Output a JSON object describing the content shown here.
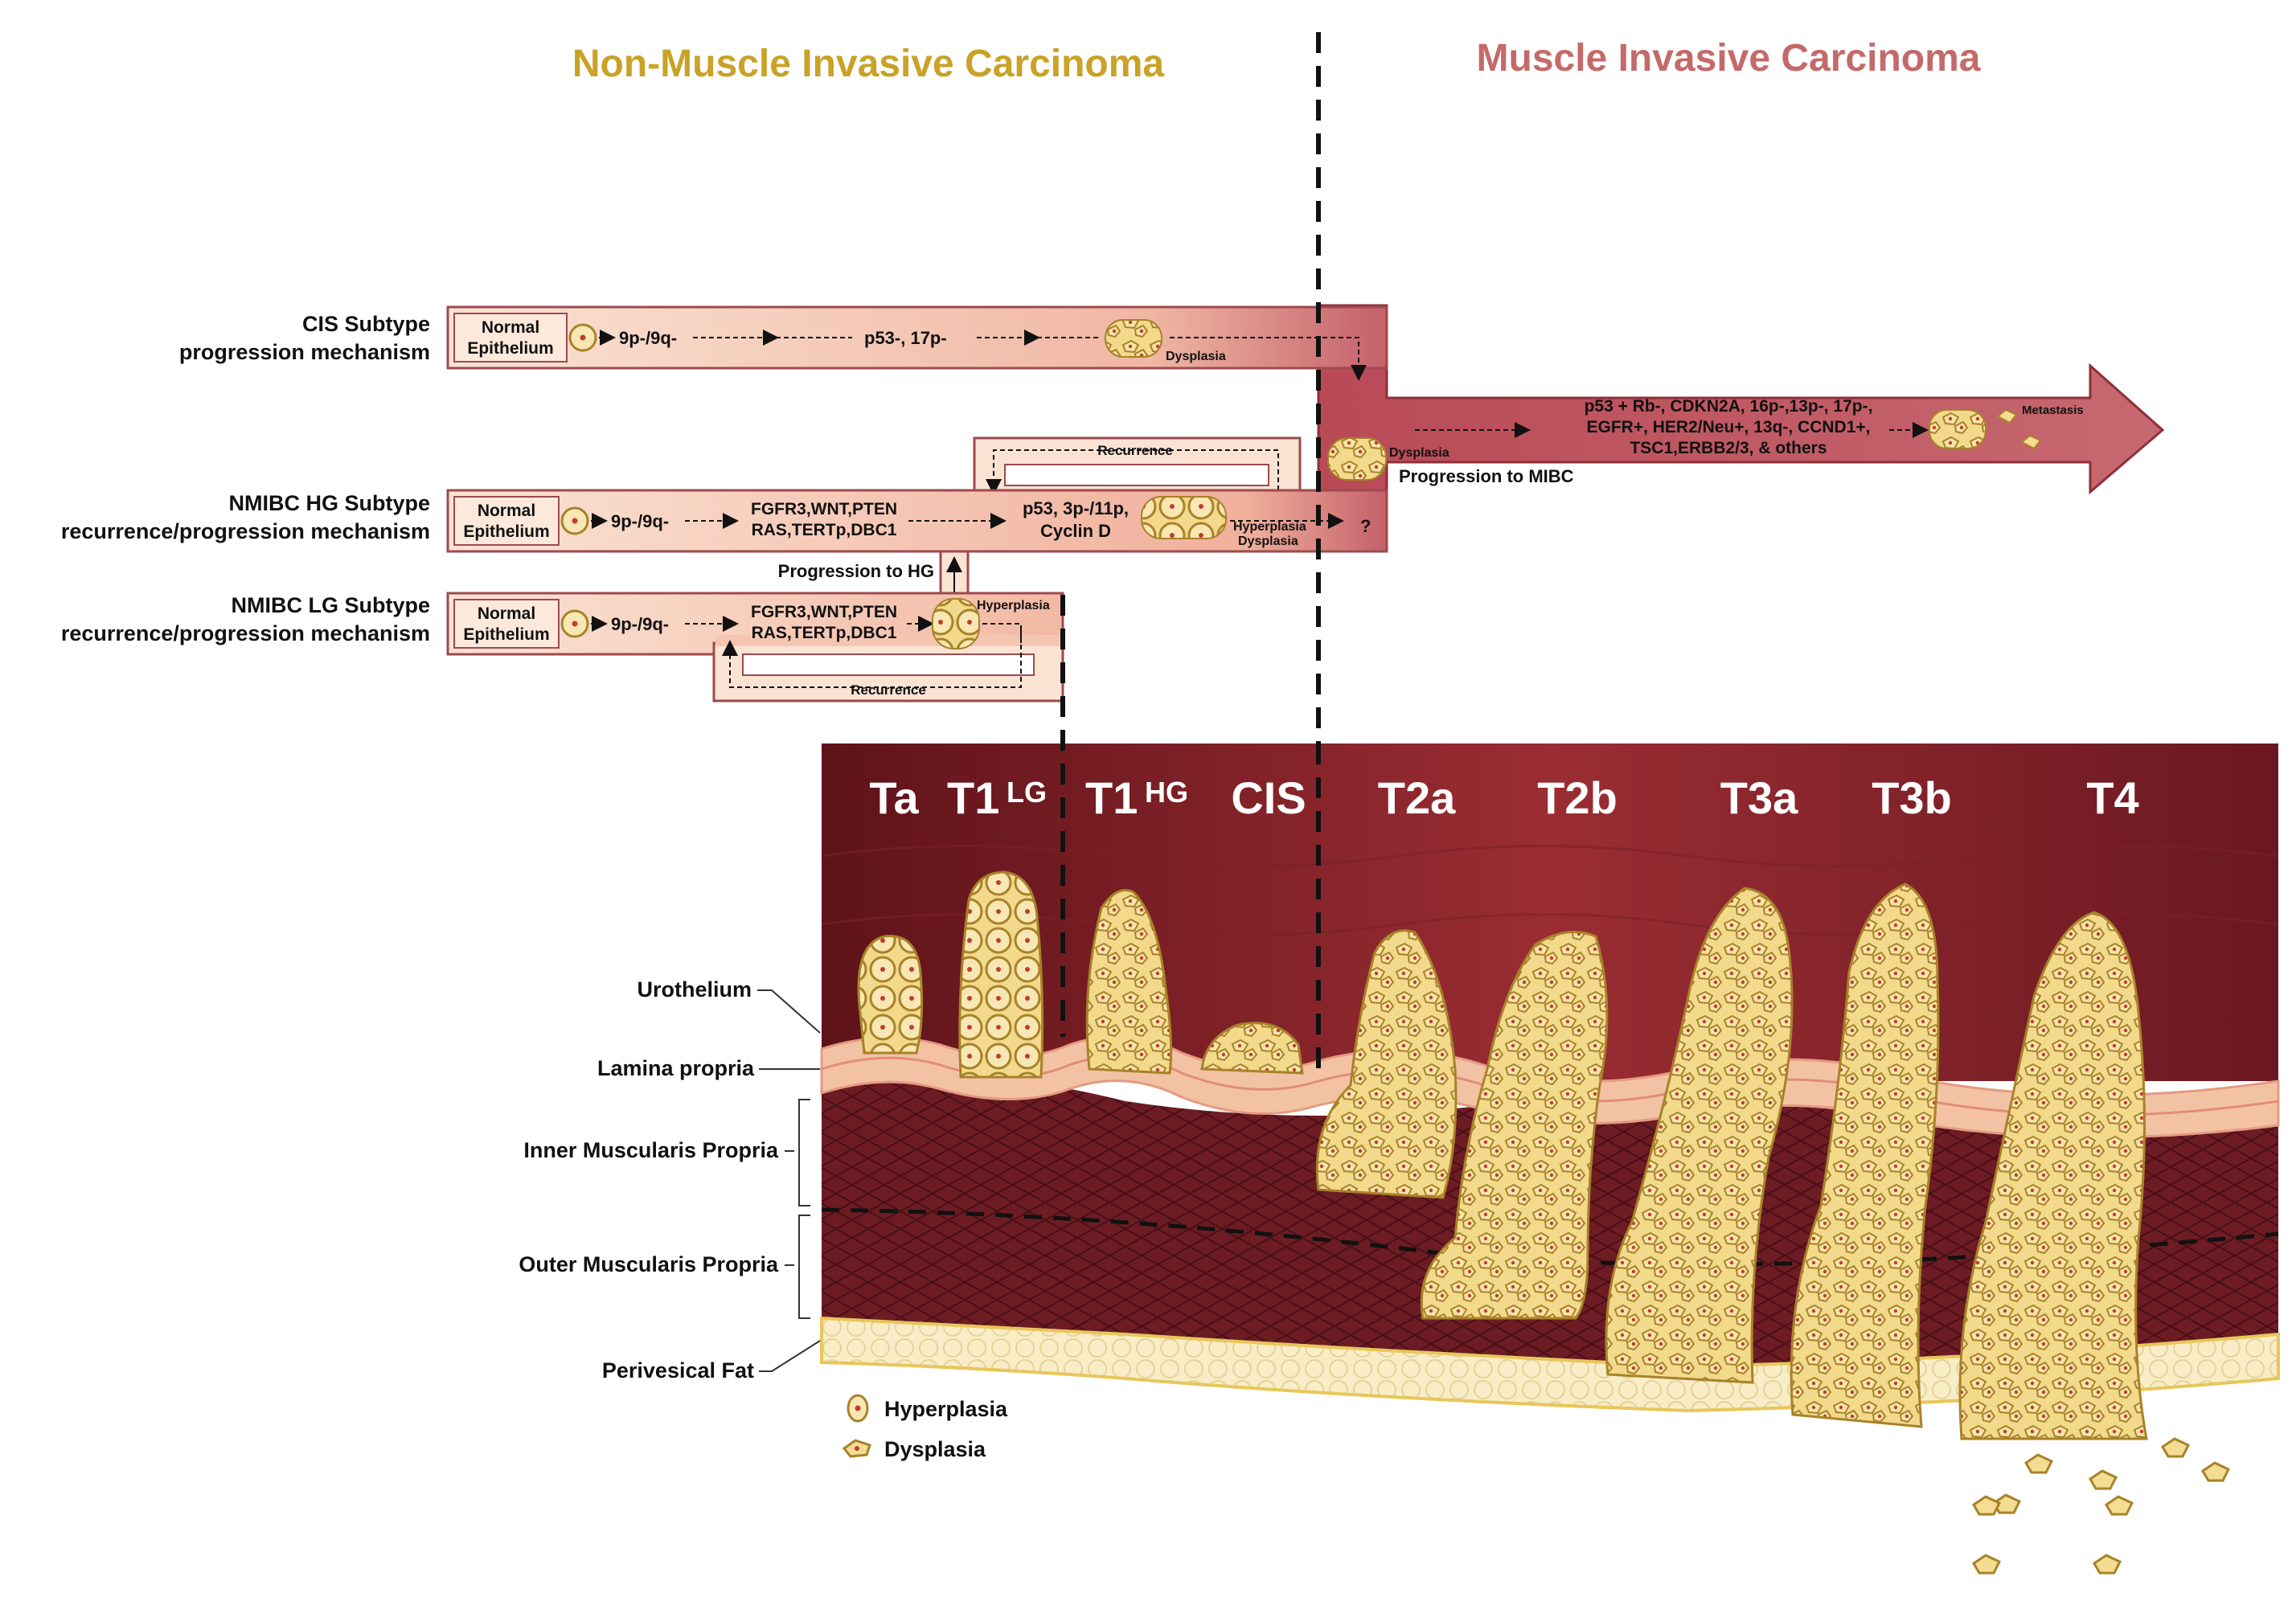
{
  "header": {
    "nmibc_title": "Non-Muscle Invasive Carcinoma",
    "mibc_title": "Muscle Invasive Carcinoma",
    "nmibc_color": "#c9a227",
    "mibc_color": "#c46a6a"
  },
  "colors": {
    "bar_light": "#f6d2c0",
    "bar_dark": "#b4505a",
    "tissue_dark": "#6e1a22",
    "tissue_mid": "#8a2a30",
    "urothelium": "#f3c2a4",
    "cell_fill": "#f4dc92",
    "cell_stroke": "#b08a2e",
    "fat": "#f8ecc4"
  },
  "pathways": {
    "cis": {
      "label_line1": "CIS Subtype",
      "label_line2": "progression mechanism",
      "start_line1": "Normal",
      "start_line2": "Epithelium",
      "step1": "9p-/9q-",
      "step2": "p53-, 17p-",
      "end_note": "Dysplasia"
    },
    "hg": {
      "label_line1": "NMIBC HG Subtype",
      "label_line2": "recurrence/progression mechanism",
      "start_line1": "Normal",
      "start_line2": "Epithelium",
      "step1": "9p-/9q-",
      "step2_line1": "FGFR3,WNT,PTEN",
      "step2_line2": "RAS,TERTp,DBC1",
      "step3_line1": "p53, 3p-/11p,",
      "step3_line2": "Cyclin D",
      "end_note_line1": "Hyperplasia",
      "end_note_line2": "Dysplasia",
      "recurrence": "Recurrence",
      "question": "?"
    },
    "lg": {
      "label_line1": "NMIBC LG Subtype",
      "label_line2": "recurrence/progression mechanism",
      "start_line1": "Normal",
      "start_line2": "Epithelium",
      "step1": "9p-/9q-",
      "step2_line1": "FGFR3,WNT,PTEN",
      "step2_line2": "RAS,TERTp,DBC1",
      "end_note": "Hyperplasia",
      "recurrence": "Recurrence"
    },
    "progression_to_hg": "Progression to HG",
    "mibc": {
      "dysplasia": "Dysplasia",
      "progression": "Progression to MIBC",
      "markers_line1": "p53 + Rb-, CDKN2A, 16p-,13p-, 17p-,",
      "markers_line2": "EGFR+, HER2/Neu+, 13q-, CCND1+,",
      "markers_line3": "TSC1,ERBB2/3, & others",
      "metastasis": "Metastasis"
    }
  },
  "stages": [
    "Ta",
    "T1",
    "T1",
    "CIS",
    "T2a",
    "T2b",
    "T3a",
    "T3b",
    "T4"
  ],
  "stage_superscripts": {
    "t1_lg": "LG",
    "t1_hg": "HG"
  },
  "layers": {
    "urothelium": "Urothelium",
    "lamina": "Lamina propria",
    "inner": "Inner Muscularis Propria",
    "outer": "Outer Muscularis Propria",
    "fat": "Perivesical Fat"
  },
  "legend": {
    "hyperplasia": "Hyperplasia",
    "dysplasia": "Dysplasia",
    "hyperplasia_icon": "hyperplasia-cell-icon",
    "dysplasia_icon": "dysplasia-cell-icon"
  }
}
